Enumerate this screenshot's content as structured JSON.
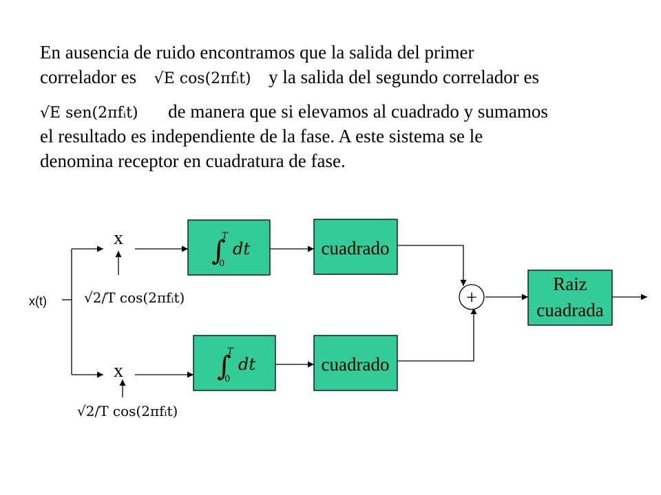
{
  "text": {
    "line1": "En ausencia de ruido encontramos que la salida del primer",
    "line2_a": "correlador es",
    "line2_eq": "√E cos(2πfᵢt)",
    "line2_b": "y la salida del segundo correlador es",
    "line3_eq": "√E sen(2πfᵢt)",
    "line3_b": "de manera que si elevamos al cuadrado y sumamos",
    "line4": "el resultado es independiente de la fase. A este sistema se le",
    "line5": "denomina receptor en cuadratura de fase."
  },
  "diagram": {
    "input_label": "x(t)",
    "mult_top": "x",
    "mult_bottom": "x",
    "ref_top": "√2/T cos(2πfᵢt)",
    "ref_bottom": "√2/T cos(2πfᵢt)",
    "integrator_upper": "T",
    "integrator_lower": "0",
    "integrator_dt": "dt",
    "square_top": "cuadrado",
    "square_bottom": "cuadrado",
    "sum": "+",
    "sqrt_line1": "Raiz",
    "sqrt_line2": "cuadrada",
    "box_fill": "#33cc99"
  }
}
